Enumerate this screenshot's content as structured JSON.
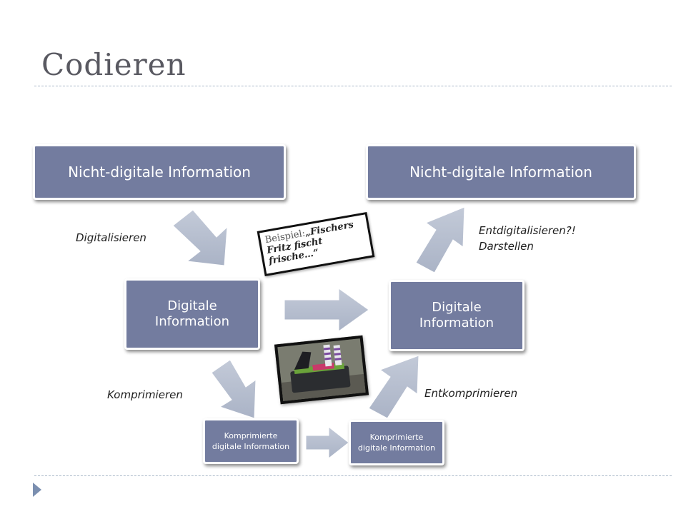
{
  "title": "Codieren",
  "nodes": {
    "analog_in": "Nicht-digitale Information",
    "analog_out": "Nicht-digitale Information",
    "digital_left": "Digitale Information",
    "digital_right": "Digitale Information",
    "compressed_left": "Komprimierte digitale Information",
    "compressed_right": "Komprimierte digitale Information"
  },
  "labels": {
    "digitalisieren": "Digitalisieren",
    "komprimieren": "Komprimieren",
    "entkomprimieren": "Entkomprimieren",
    "entdigitalisieren_line1": "Entdigitalisieren?!",
    "entdigitalisieren_line2": "Darstellen"
  },
  "example": {
    "prefix": "Beispiel:",
    "text": "„Fischers Fritz fischt frische…“"
  },
  "colors": {
    "box_fill": "#737c9f",
    "arrow_fill": "#b8c0d0",
    "title": "#595961",
    "accent": "#7b8fb0"
  },
  "icons": {
    "bullet": "triangle-bullet-icon",
    "photo": "suitcase-photo"
  }
}
